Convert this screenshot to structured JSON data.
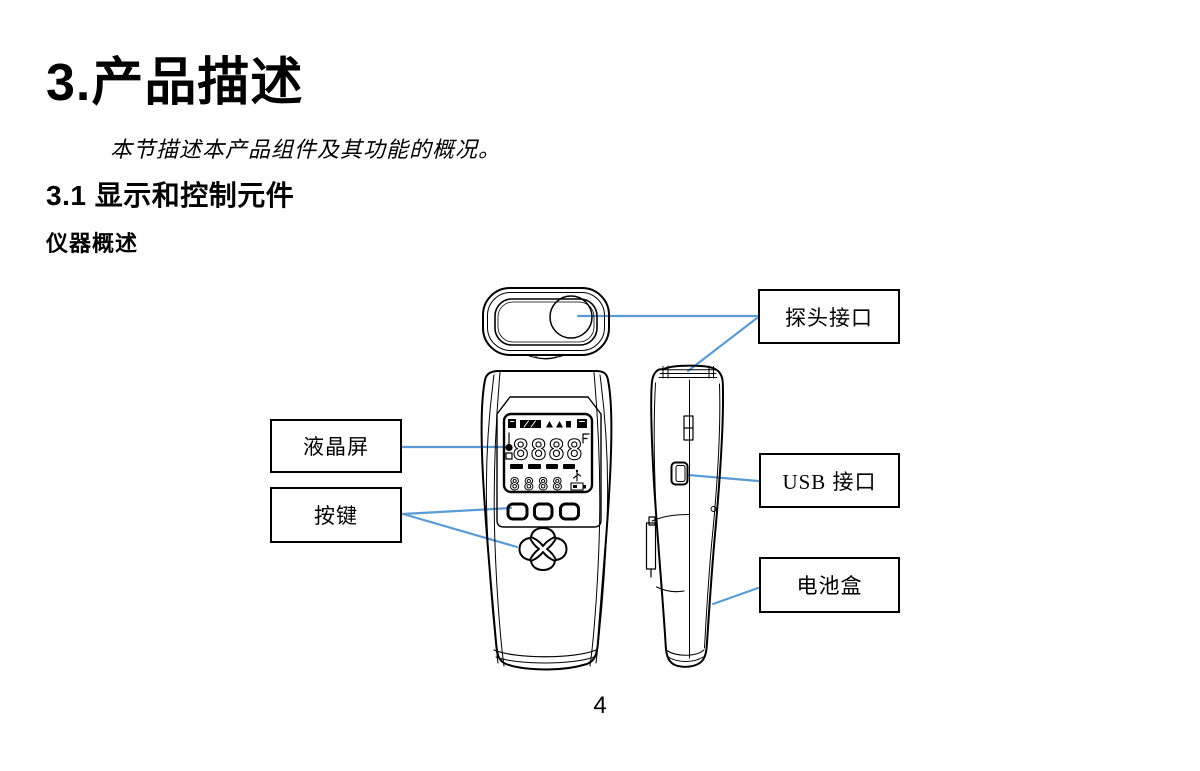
{
  "page": {
    "title": "3.产品描述",
    "intro": "本节描述本产品组件及其功能的概况。",
    "section_heading": "3.1 显示和控制元件",
    "subsection_heading": "仪器概述",
    "page_number": "4"
  },
  "diagram": {
    "labels": {
      "probe": "探头接口",
      "lcd": "液晶屏",
      "keys": "按键",
      "usb": "USB 接口",
      "battery": "电池盒"
    },
    "device": {
      "lcd_main_digits": "8888",
      "lcd_secondary_digits": "8888"
    },
    "colors": {
      "connector_line": "#5b9bd5",
      "line_art": "#000000",
      "label_border": "#000000"
    }
  }
}
